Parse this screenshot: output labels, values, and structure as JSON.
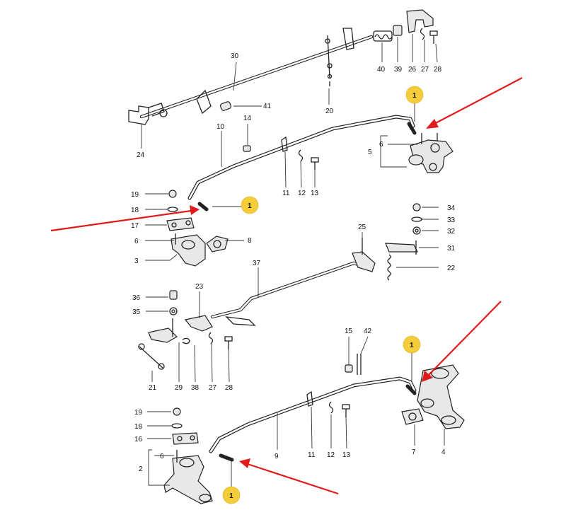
{
  "callouts": {
    "n1": "1",
    "n2": "2",
    "n3": "3",
    "n4": "4",
    "n5": "5",
    "n6": "6",
    "n7": "7",
    "n8": "8",
    "n9": "9",
    "n10": "10",
    "n11": "11",
    "n12": "12",
    "n13": "13",
    "n14": "14",
    "n15": "15",
    "n16": "16",
    "n17": "17",
    "n18": "18",
    "n19": "19",
    "n20": "20",
    "n21": "21",
    "n22": "22",
    "n23": "23",
    "n24": "24",
    "n25": "25",
    "n26": "26",
    "n27": "27",
    "n28": "28",
    "n29": "29",
    "n30": "30",
    "n31": "31",
    "n32": "32",
    "n33": "33",
    "n34": "34",
    "n35": "35",
    "n36": "36",
    "n37": "37",
    "n38": "38",
    "n39": "39",
    "n40": "40",
    "n41": "41",
    "n42": "42"
  },
  "highlight": {
    "label": "1",
    "badge_color": "#f5cc3a",
    "arrow_color": "#e01b1b"
  }
}
